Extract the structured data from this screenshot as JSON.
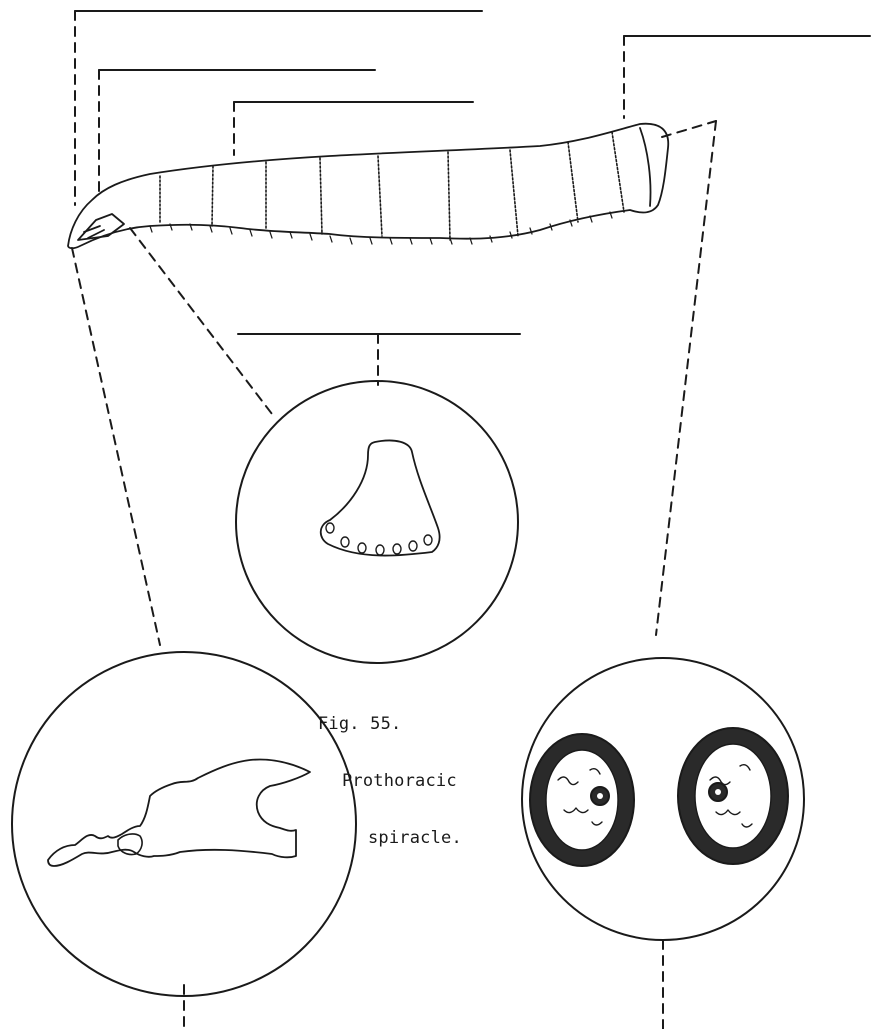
{
  "figure": {
    "caption_number": "Fig. 55.",
    "caption_line1": "Prothoracic",
    "caption_line2": "spiracle."
  },
  "colors": {
    "ink": "#1a1a1a",
    "paper": "#ffffff"
  }
}
